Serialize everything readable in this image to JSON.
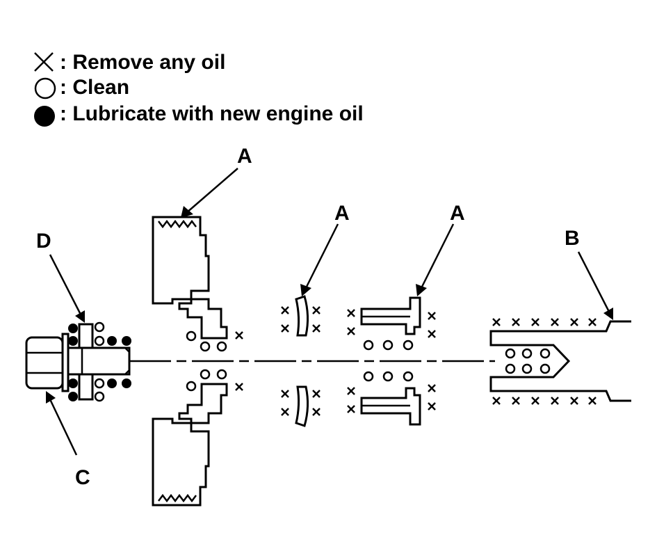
{
  "legend": [
    {
      "symbol": "cross",
      "text": ": Remove any oil"
    },
    {
      "symbol": "open-circle",
      "text": ": Clean"
    },
    {
      "symbol": "filled-circle",
      "text": ": Lubricate with new engine oil"
    }
  ],
  "callouts": {
    "a1": "A",
    "a2": "A",
    "a3": "A",
    "b": "B",
    "c": "C",
    "d": "D"
  },
  "colors": {
    "ink": "#000000",
    "paper": "#ffffff"
  }
}
